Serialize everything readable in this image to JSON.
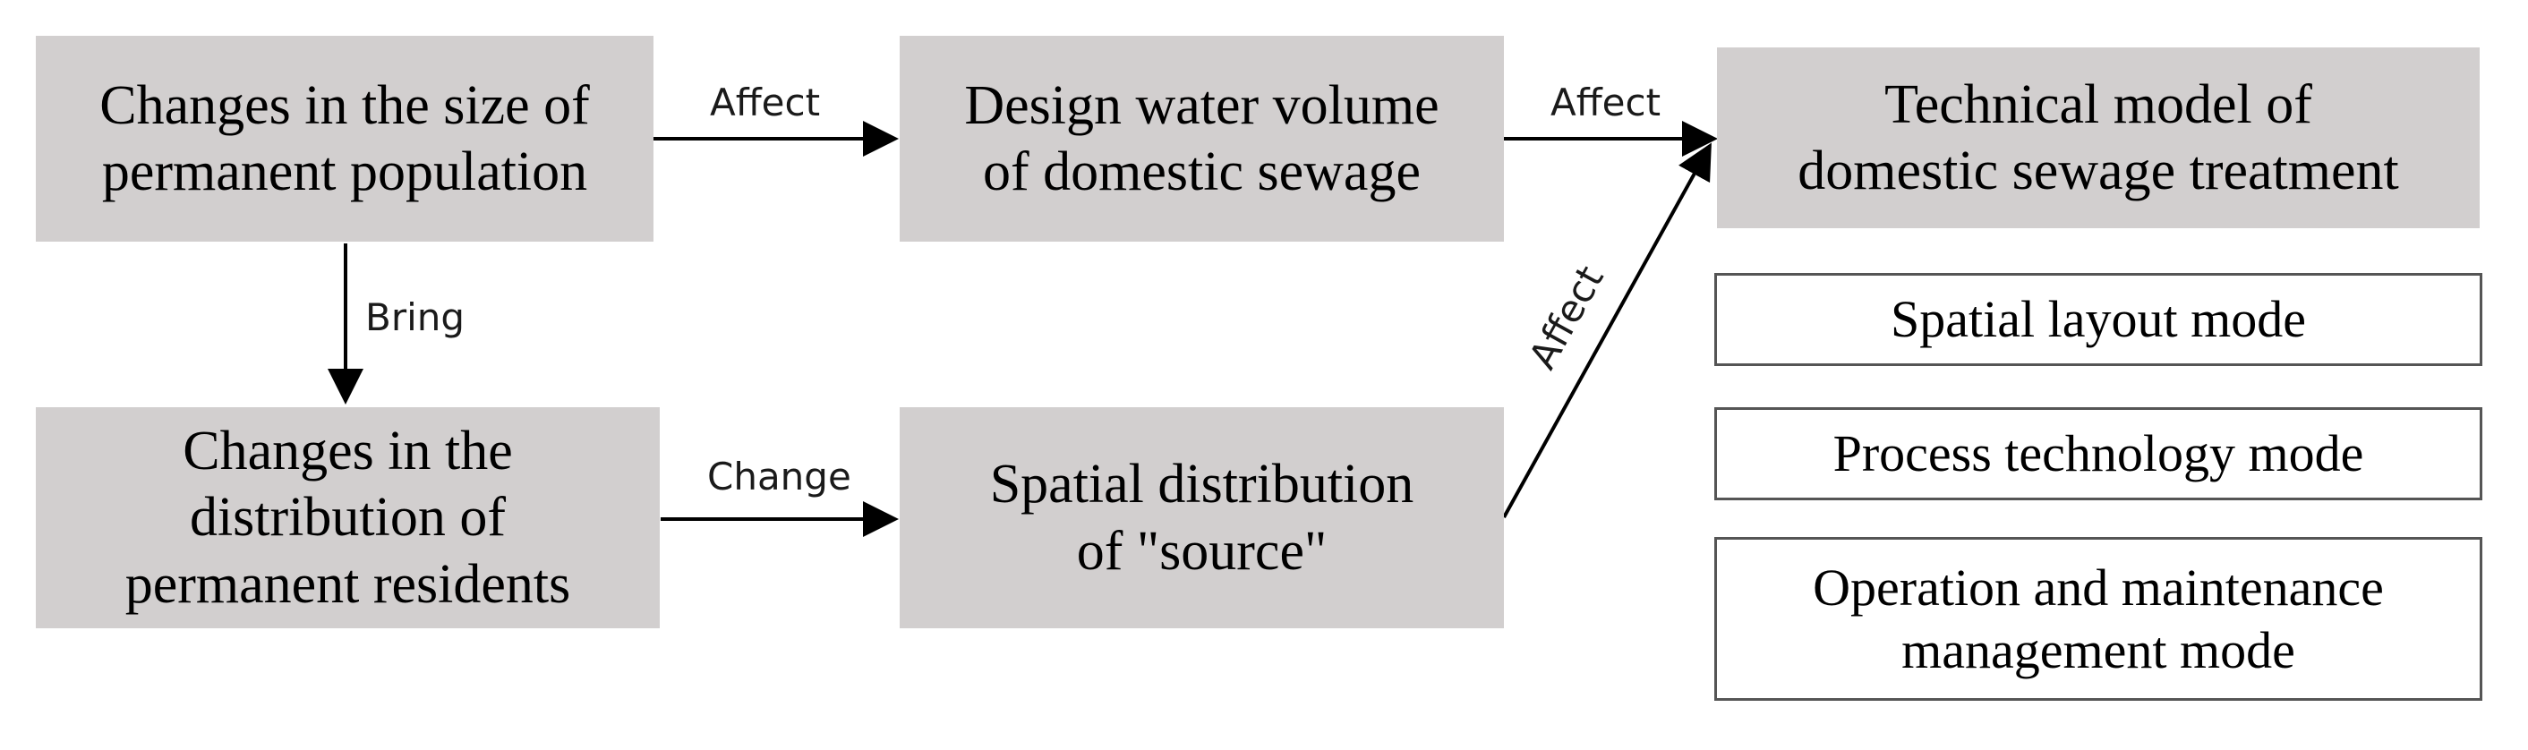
{
  "nodes": {
    "population_size": "Changes in the size of\npermanent population",
    "water_volume": "Design water volume\nof domestic sewage",
    "technical_model": "Technical model of\ndomestic sewage treatment",
    "resident_distribution": "Changes in the\ndistribution of\npermanent residents",
    "source_distribution": "Spatial distribution\nof \"source\"",
    "spatial_layout_mode": "Spatial layout mode",
    "process_technology_mode": "Process technology mode",
    "operation_maintenance_mode": "Operation and maintenance\nmanagement mode"
  },
  "edges": {
    "affect_1": "Affect",
    "affect_2": "Affect",
    "affect_3": "Affect",
    "bring": "Bring",
    "change": "Change"
  },
  "colors": {
    "box_fill": "#d2cfcf",
    "outline": "#555555",
    "arrow": "#000000"
  }
}
